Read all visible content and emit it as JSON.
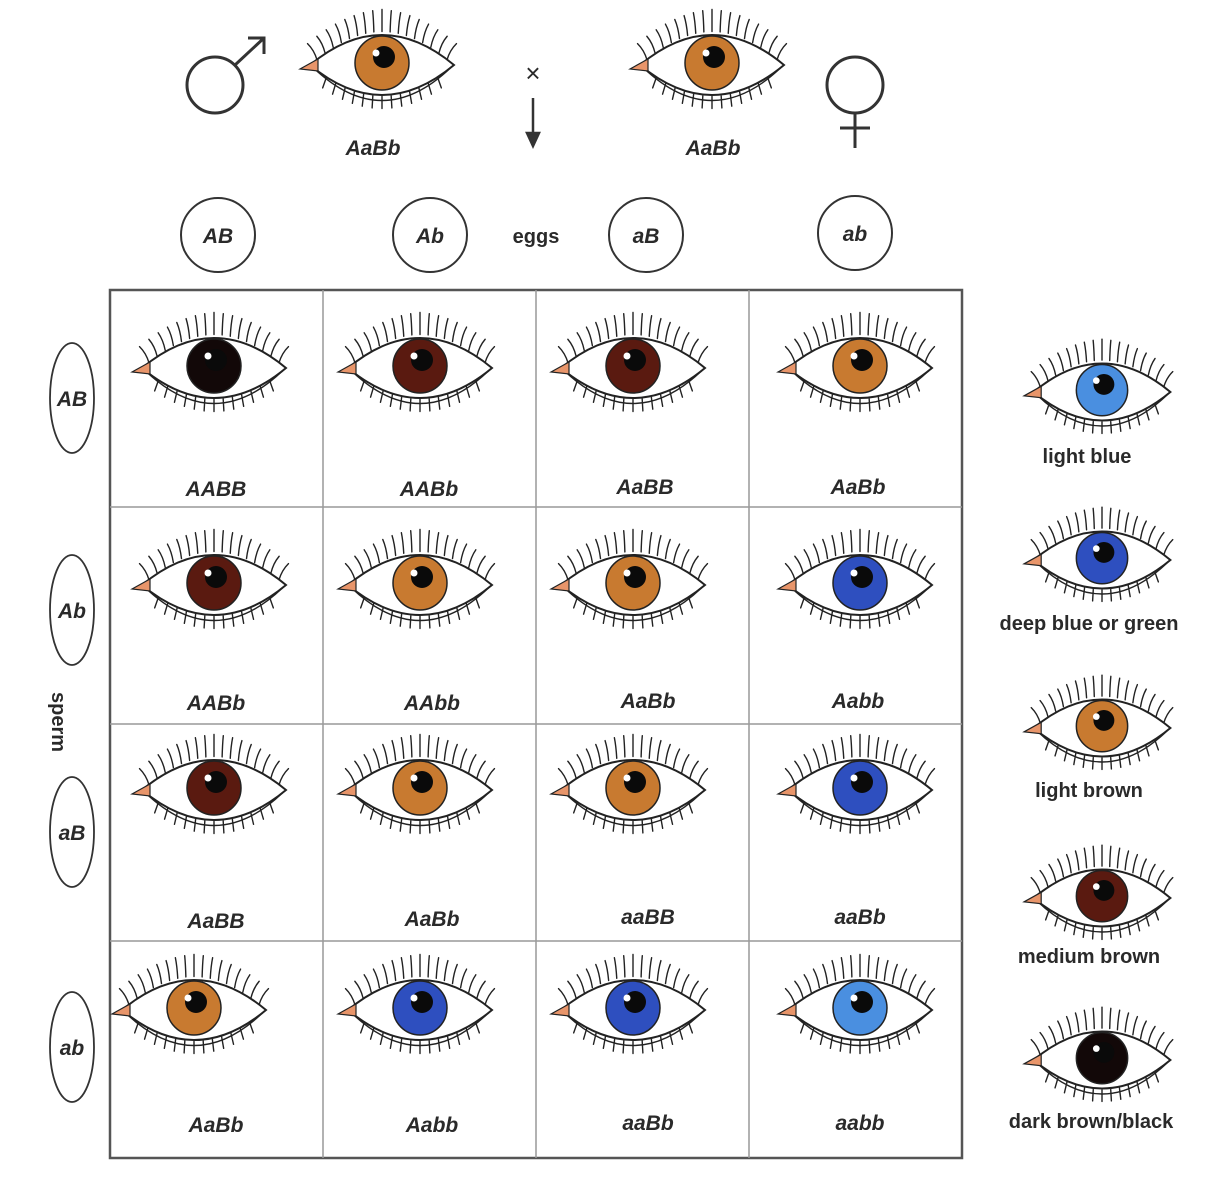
{
  "parents": {
    "cross_symbol": "×",
    "male": {
      "genotype": "AaBb",
      "color": "light_brown"
    },
    "female": {
      "genotype": "AaBb",
      "color": "light_brown"
    }
  },
  "eggs_label": "eggs",
  "sperm_label": "sperm",
  "egg_gametes": [
    "AB",
    "Ab",
    "aB",
    "ab"
  ],
  "sperm_gametes": [
    "AB",
    "Ab",
    "aB",
    "ab"
  ],
  "grid": [
    [
      {
        "genotype": "AABB",
        "color": "dark_brown_black"
      },
      {
        "genotype": "AABb",
        "color": "medium_brown"
      },
      {
        "genotype": "AaBB",
        "color": "medium_brown"
      },
      {
        "genotype": "AaBb",
        "color": "light_brown"
      }
    ],
    [
      {
        "genotype": "AABb",
        "color": "medium_brown"
      },
      {
        "genotype": "AAbb",
        "color": "light_brown"
      },
      {
        "genotype": "AaBb",
        "color": "light_brown"
      },
      {
        "genotype": "Aabb",
        "color": "deep_blue"
      }
    ],
    [
      {
        "genotype": "AaBB",
        "color": "medium_brown"
      },
      {
        "genotype": "AaBb",
        "color": "light_brown"
      },
      {
        "genotype": "aaBB",
        "color": "light_brown"
      },
      {
        "genotype": "aaBb",
        "color": "deep_blue"
      }
    ],
    [
      {
        "genotype": "AaBb",
        "color": "light_brown"
      },
      {
        "genotype": "Aabb",
        "color": "deep_blue"
      },
      {
        "genotype": "aaBb",
        "color": "deep_blue"
      },
      {
        "genotype": "aabb",
        "color": "light_blue"
      }
    ]
  ],
  "legend": [
    {
      "label": "light blue",
      "color": "light_blue"
    },
    {
      "label": "deep blue or green",
      "color": "deep_blue"
    },
    {
      "label": "light brown",
      "color": "light_brown"
    },
    {
      "label": "medium brown",
      "color": "medium_brown"
    },
    {
      "label": "dark brown/black",
      "color": "dark_brown_black"
    }
  ],
  "colors": {
    "light_blue": "#4a8fe0",
    "deep_blue": "#2e4fbf",
    "light_brown": "#c87a30",
    "medium_brown": "#5a1a10",
    "dark_brown_black": "#120808",
    "caruncle": "#e8956a"
  }
}
